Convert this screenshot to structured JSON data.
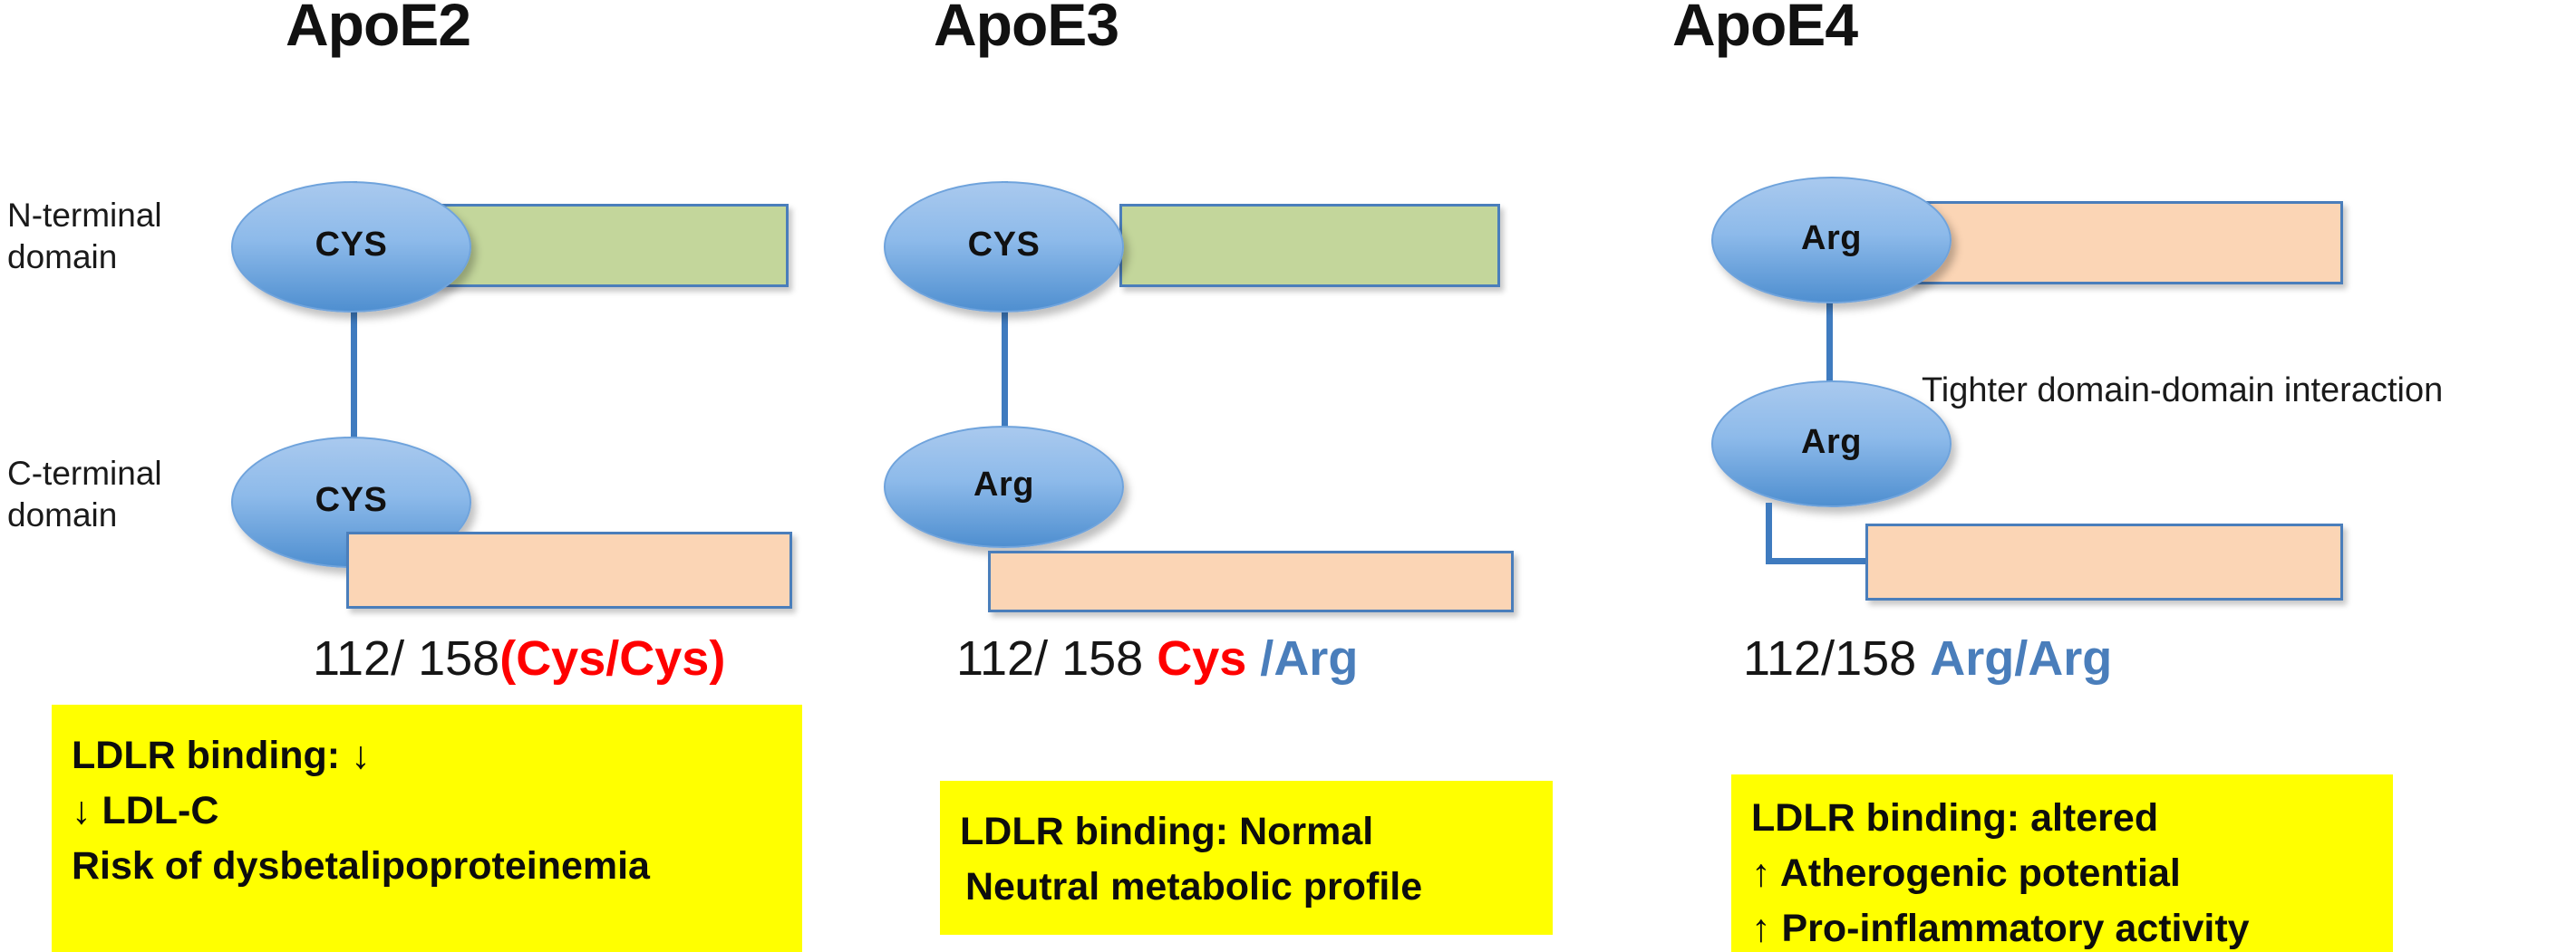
{
  "figure": {
    "title_row": [
      {
        "id": "apoe2",
        "label": "ApoE2"
      },
      {
        "id": "apoe3",
        "label": "ApoE3"
      },
      {
        "id": "apoe4",
        "label": "ApoE4"
      }
    ],
    "side_labels": {
      "n_terminal_line1": "N-terminal",
      "n_terminal_line2": "domain",
      "c_terminal_line1": "C-terminal",
      "c_terminal_line2": "domain"
    },
    "annotation": "Tighter domain-domain interaction",
    "colors": {
      "n_terminal_bar": "#c3d69b",
      "c_terminal_bar": "#fbd5b5",
      "node_fill": "#8dbaea",
      "outline": "#4a7ebb",
      "note_background": "#FFFF00",
      "cys_text": "#FF0000",
      "arg_text": "#4A7EBB"
    },
    "columns": [
      {
        "id": "apoe2",
        "title": "ApoE2",
        "n_terminal_residue": "CYS",
        "c_terminal_residue": "CYS",
        "n_terminal_bar_color": "green",
        "c_terminal_bar_color": "orange",
        "genotype": {
          "positions": "112/ 158",
          "open_paren": "(",
          "residue1": "Cys",
          "separator": "/",
          "residue2": "Cys",
          "close_paren": ")",
          "residue1_color": "red",
          "residue2_color": "red"
        },
        "note_lines": [
          "LDLR binding: ↓",
          "↓ LDL-C",
          "Risk of dysbetalipoproteinemia"
        ]
      },
      {
        "id": "apoe3",
        "title": "ApoE3",
        "n_terminal_residue": "CYS",
        "c_terminal_residue": "Arg",
        "n_terminal_bar_color": "green",
        "c_terminal_bar_color": "orange",
        "genotype": {
          "positions": "112/ 158",
          "open_paren": "",
          "residue1": "Cys",
          "separator": "/",
          "residue2": "Arg",
          "close_paren": "",
          "residue1_color": "red",
          "residue2_color": "blue"
        },
        "note_lines": [
          "LDLR binding: Normal",
          " Neutral metabolic profile"
        ]
      },
      {
        "id": "apoe4",
        "title": "ApoE4",
        "n_terminal_residue": "Arg",
        "c_terminal_residue": "Arg",
        "n_terminal_bar_color": "orange",
        "c_terminal_bar_color": "orange",
        "genotype": {
          "positions": "112/158",
          "open_paren": "",
          "residue1": "Arg",
          "separator": "/",
          "residue2": "Arg",
          "close_paren": "",
          "residue1_color": "blue",
          "residue2_color": "blue"
        },
        "note_lines": [
          "LDLR binding: altered",
          "↑ Atherogenic potential",
          "↑ Pro-inflammatory activity"
        ]
      }
    ]
  }
}
